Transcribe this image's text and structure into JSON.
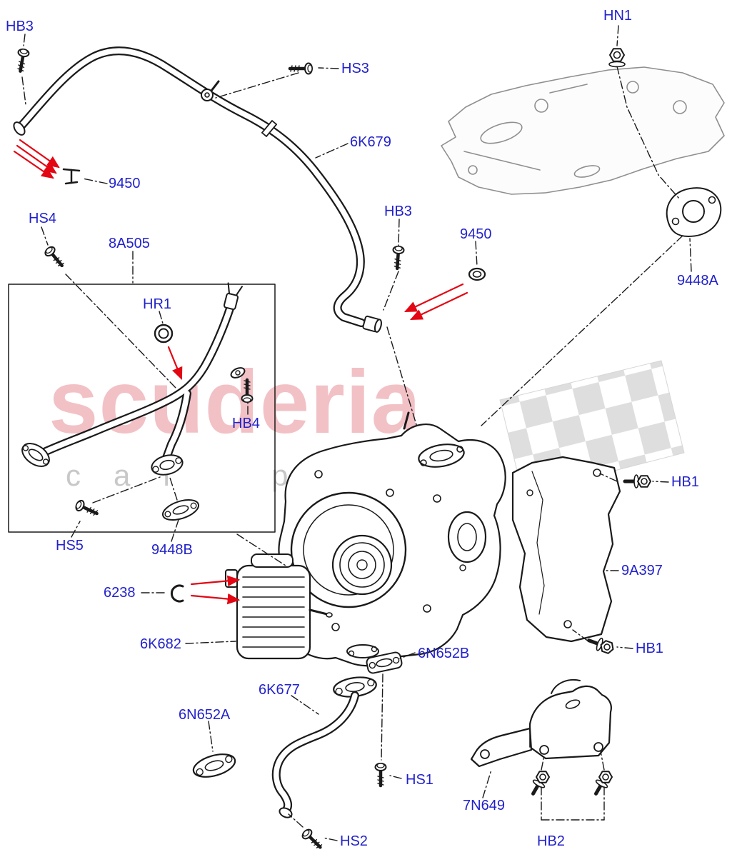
{
  "watermark": {
    "brand": "scuderia",
    "tagline": "car parts"
  },
  "colors": {
    "label": "#2222cc",
    "line": "#1a1a1a",
    "arrow": "#e30613",
    "context": "#8f8f8f",
    "flag": "#d9d9d9",
    "watermark_brand": "rgba(214,63,74,0.32)",
    "watermark_tagline": "rgba(145,145,145,0.5)"
  },
  "labels": [
    {
      "id": "hb3-top-left",
      "text": "HB3"
    },
    {
      "id": "hs3",
      "text": "HS3"
    },
    {
      "id": "hn1",
      "text": "HN1"
    },
    {
      "id": "6k679",
      "text": "6K679"
    },
    {
      "id": "9450-left",
      "text": "9450"
    },
    {
      "id": "hs4",
      "text": "HS4"
    },
    {
      "id": "8a505",
      "text": "8A505"
    },
    {
      "id": "hb3-mid",
      "text": "HB3"
    },
    {
      "id": "9450-right",
      "text": "9450"
    },
    {
      "id": "9448a",
      "text": "9448A"
    },
    {
      "id": "hr1",
      "text": "HR1"
    },
    {
      "id": "hb4",
      "text": "HB4"
    },
    {
      "id": "hb1-top",
      "text": "HB1"
    },
    {
      "id": "hs5",
      "text": "HS5"
    },
    {
      "id": "9448b",
      "text": "9448B"
    },
    {
      "id": "6238",
      "text": "6238"
    },
    {
      "id": "9a397",
      "text": "9A397"
    },
    {
      "id": "6k682",
      "text": "6K682"
    },
    {
      "id": "6n652b",
      "text": "6N652B"
    },
    {
      "id": "hb1-bottom",
      "text": "HB1"
    },
    {
      "id": "6k677",
      "text": "6K677"
    },
    {
      "id": "6n652a",
      "text": "6N652A"
    },
    {
      "id": "hs1",
      "text": "HS1"
    },
    {
      "id": "7n649",
      "text": "7N649"
    },
    {
      "id": "hs2",
      "text": "HS2"
    },
    {
      "id": "hb2",
      "text": "HB2"
    }
  ]
}
